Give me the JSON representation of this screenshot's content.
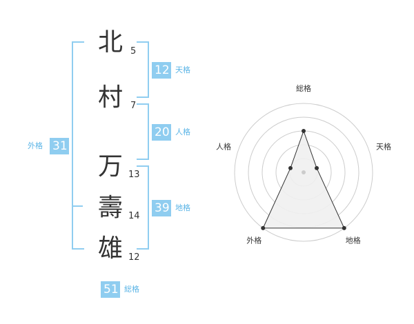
{
  "name": {
    "characters": [
      {
        "char": "北",
        "strokes": "5"
      },
      {
        "char": "村",
        "strokes": "7"
      },
      {
        "char": "万",
        "strokes": "13"
      },
      {
        "char": "壽",
        "strokes": "14"
      },
      {
        "char": "雄",
        "strokes": "12"
      }
    ]
  },
  "fortune": {
    "tenkaku": {
      "value": "12",
      "label": "天格"
    },
    "jinkaku": {
      "value": "20",
      "label": "人格"
    },
    "chikaku": {
      "value": "39",
      "label": "地格"
    },
    "gaikaku": {
      "value": "31",
      "label": "外格"
    },
    "soukaku": {
      "value": "51",
      "label": "総格"
    }
  },
  "radar": {
    "axes": [
      "総格",
      "天格",
      "地格",
      "外格",
      "人格"
    ],
    "levels": 5,
    "scores": [
      3,
      1,
      5,
      5,
      1
    ],
    "fill_color": "#f0f0f0",
    "line_color": "#333333",
    "grid_color": "#cccccc"
  },
  "colors": {
    "accent": "#8fcdf0",
    "accent_text": "#5ab4e6",
    "text": "#333333"
  }
}
